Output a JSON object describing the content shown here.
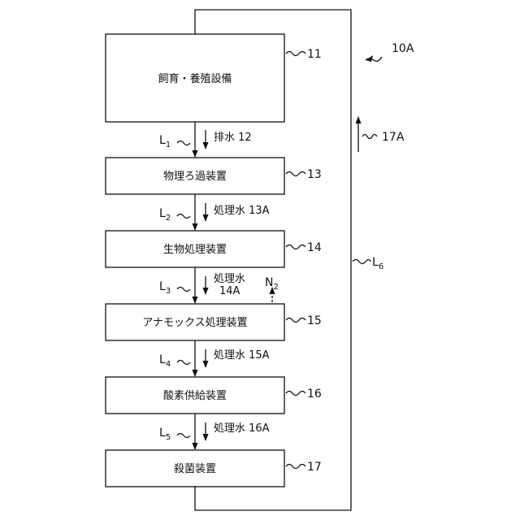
{
  "figure_ref": "10A",
  "boxes": [
    {
      "label": "飼育・養殖設備",
      "ref": "11"
    },
    {
      "label": "物理ろ過装置",
      "ref": "13"
    },
    {
      "label": "生物処理装置",
      "ref": "14"
    },
    {
      "label": "アナモックス処理装置",
      "ref": "15"
    },
    {
      "label": "酸素供給装置",
      "ref": "16"
    },
    {
      "label": "殺菌装置",
      "ref": "17"
    }
  ],
  "lines": [
    {
      "main": "L",
      "sub": "1",
      "stream": "排水 12"
    },
    {
      "main": "L",
      "sub": "2",
      "stream": "処理水 13A"
    },
    {
      "main": "L",
      "sub": "3",
      "stream_line1": "処理水",
      "stream_line2": "14A"
    },
    {
      "main": "L",
      "sub": "4",
      "stream": "処理水 15A"
    },
    {
      "main": "L",
      "sub": "5",
      "stream": "処理水 16A"
    }
  ],
  "return_line": {
    "main": "L",
    "sub": "6",
    "flow_ref": "17A"
  },
  "nitrogen": {
    "main": "N",
    "sub": "2"
  }
}
